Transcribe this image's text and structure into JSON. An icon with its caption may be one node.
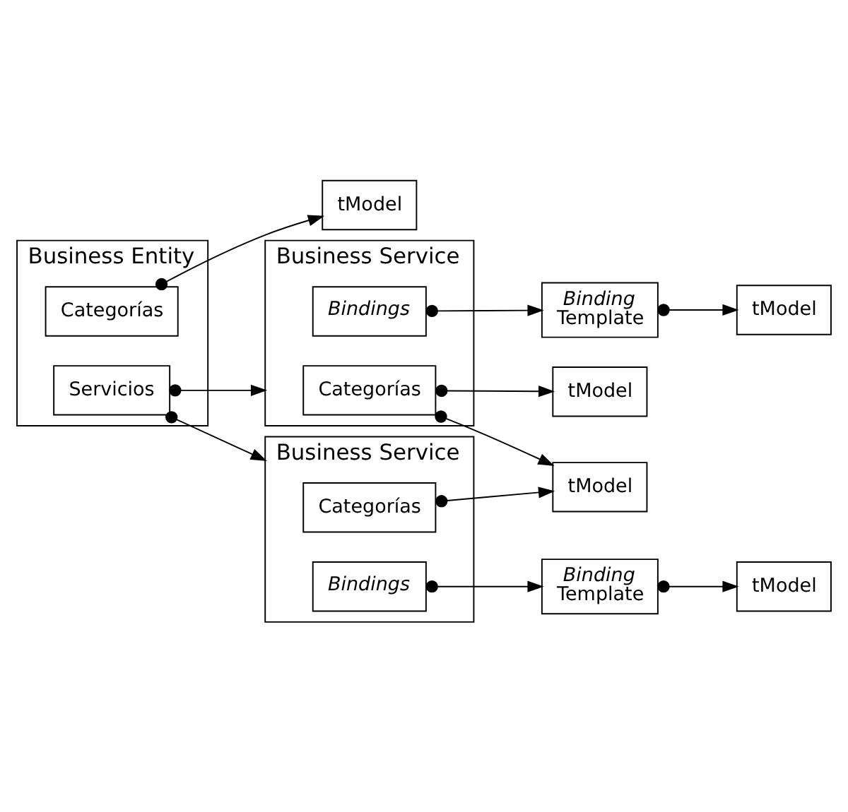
{
  "diagram": {
    "nodes": [
      {
        "text": [
          "Business Entity"
        ]
      },
      {
        "text": [
          "Categorías"
        ],
        "in": 0
      },
      {
        "text": [
          "Servicios"
        ],
        "in": 0
      },
      {
        "text": [
          "tModel"
        ]
      },
      {
        "text": [
          "Business Service"
        ]
      },
      {
        "text": [
          "Categorías"
        ],
        "in": 4
      },
      {
        "text": [
          "Bindings"
        ],
        "in": 4
      },
      {
        "text": [
          "tModel"
        ]
      },
      {
        "text": [
          "*Binding* Template"
        ]
      },
      {
        "text": [
          "tModel"
        ]
      },
      {
        "text": [
          "Business Service"
        ]
      },
      {
        "text": [
          "Categorías"
        ],
        "in": 10
      },
      {
        "text": [
          "Bindings"
        ],
        "in": 10
      },
      {
        "text": [
          "tModel"
        ]
      },
      {
        "text": [
          "*Binding* Template"
        ]
      },
      {
        "text": [
          "tModel"
        ]
      }
    ],
    "edges": [
      {
        "from": 1,
        "to": 3,
        "arrow": "to"
      },
      {
        "from": 2,
        "to": 4,
        "arrow": "to"
      },
      {
        "from": 2,
        "to": 10,
        "arrow": "to"
      },
      {
        "from": 5,
        "to": 7,
        "arrow": "to"
      },
      {
        "from": 5,
        "to": 13,
        "arrow": "to"
      },
      {
        "from": 6,
        "to": 8,
        "arrow": "to"
      },
      {
        "from": 8,
        "to": 9,
        "arrow": "to"
      },
      {
        "from": 11,
        "to": 13,
        "arrow": "to"
      },
      {
        "from": 12,
        "to": 14,
        "arrow": "to"
      },
      {
        "from": 14,
        "to": 15,
        "arrow": "to"
      }
    ]
  }
}
